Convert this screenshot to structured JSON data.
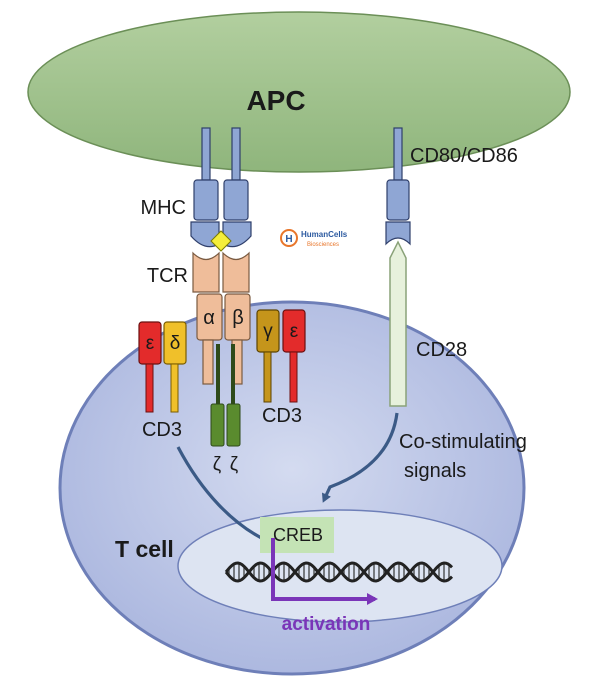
{
  "labels": {
    "apc": "APC",
    "cd80_cd86": "CD80/CD86",
    "mhc": "MHC",
    "tcr": "TCR",
    "alpha": "α",
    "beta": "β",
    "epsilon_left": "ε",
    "delta": "δ",
    "gamma": "γ",
    "epsilon_right": "ε",
    "cd3_left": "CD3",
    "cd3_right": "CD3",
    "zeta_1": "ζ",
    "zeta_2": "ζ",
    "cd28": "CD28",
    "costim_line1": "Co-stimulating",
    "costim_line2": "signals",
    "t_cell": "T cell",
    "creb": "CREB",
    "activation": "activation"
  },
  "logo": {
    "letter": "H",
    "name": "HumanCells",
    "sub": "Biosciences"
  },
  "colors": {
    "apc_fill": "#9dbf8a",
    "tcell_fill": "#c3cbe6",
    "nucleus_fill": "#dde4f2",
    "receptor_blue": "#8fa6d4",
    "tcr_peach": "#efbd9a",
    "epsilon_red": "#e32b2b",
    "delta_yellow": "#f0c02a",
    "gamma_gold": "#c5951b",
    "zeta_green": "#5a8b2e",
    "creb_green": "#c4e3b5",
    "activation_purple": "#7a35b8",
    "arrow_navy": "#3b5a86"
  }
}
